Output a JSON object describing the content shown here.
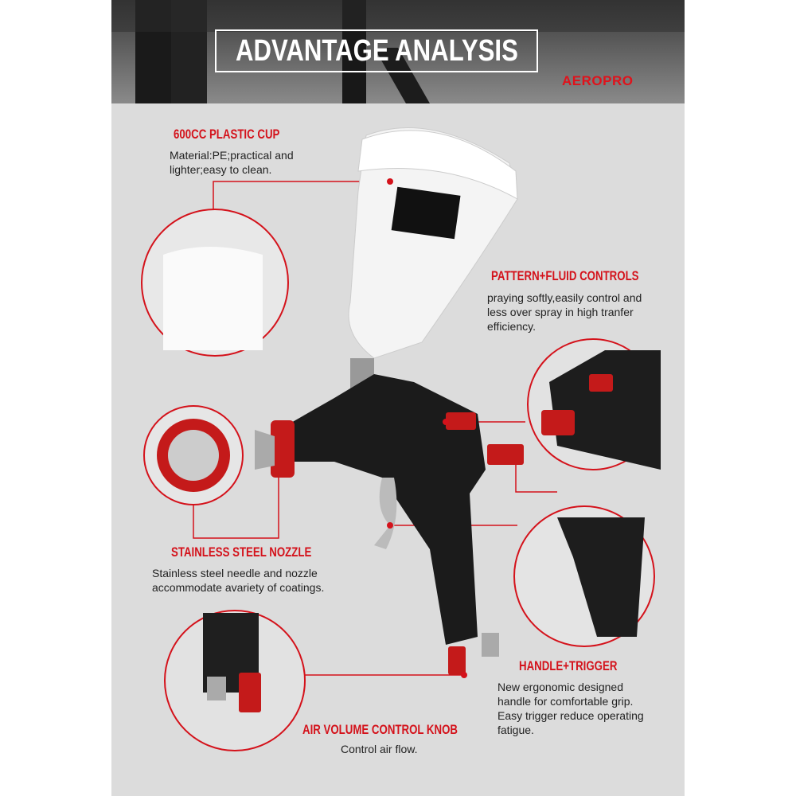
{
  "header": {
    "title": "ADVANTAGE ANALYSIS",
    "brand": "AEROPRO"
  },
  "features": [
    {
      "title": "600CC PLASTIC CUP",
      "text": [
        "Material:PE;practical and",
        "lighter;easy to clean."
      ]
    },
    {
      "title": "PATTERN+FLUID CONTROLS",
      "text": [
        "praying softly,easily control and",
        "less over spray in high tranfer",
        "efficiency."
      ]
    },
    {
      "title": "STAINLESS STEEL NOZZLE",
      "text": [
        "Stainless steel needle and nozzle",
        "accommodate avariety of coatings."
      ]
    },
    {
      "title": "HANDLE+TRIGGER",
      "text": [
        "New ergonomic designed",
        "handle for comfortable grip.",
        "Easy trigger reduce operating",
        "fatigue."
      ]
    },
    {
      "title": "AIR VOLUME CONTROL KNOB",
      "text": [
        "Control air flow."
      ]
    }
  ],
  "colors": {
    "accent": "#d4121b",
    "panel": "#dcdcdc"
  }
}
